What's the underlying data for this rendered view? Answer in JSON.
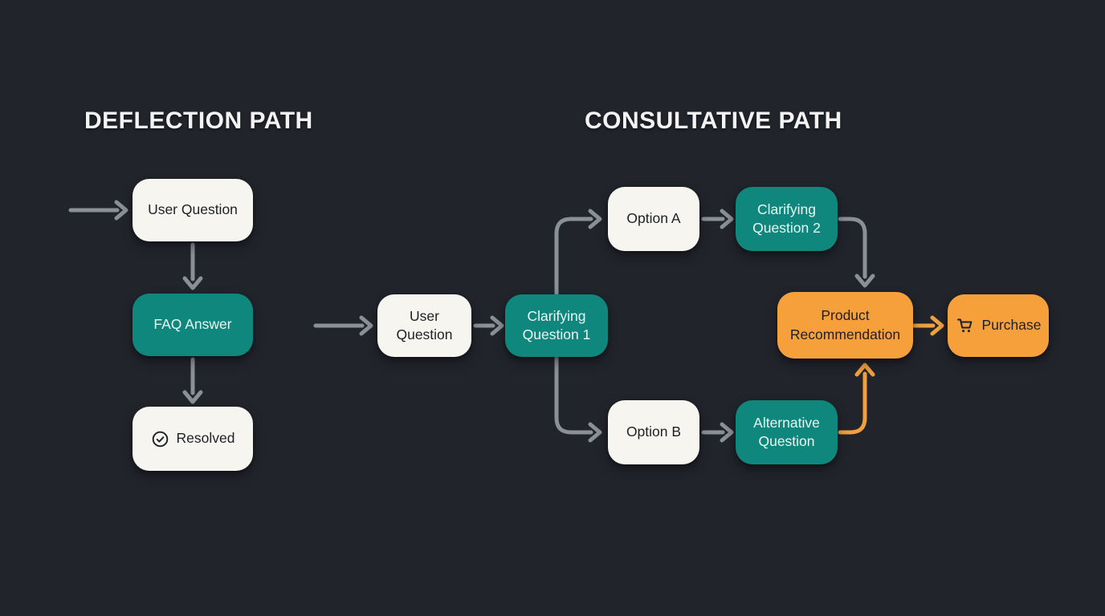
{
  "colors": {
    "background": "#22242c",
    "heading": "#f3f3f3",
    "node-light": "#f7f5f0",
    "node-teal": "#0f877d",
    "node-orange": "#f6a03b",
    "text-dark": "#1d2026",
    "text-light": "#e9f6f3",
    "arrow-gray": "#8b8f98",
    "arrow-orange": "#f0a03f"
  },
  "headings": {
    "deflection": "DEFLECTION PATH",
    "consultative": "CONSULTATIVE PATH"
  },
  "deflection_path": {
    "nodes": {
      "user_question": {
        "label": "User Question",
        "color": "light"
      },
      "faq_answer": {
        "label": "FAQ Answer",
        "color": "teal"
      },
      "resolved": {
        "label": "Resolved",
        "color": "light",
        "icon": "check-circle-icon"
      }
    },
    "edges": [
      {
        "from": "start",
        "to": "user_question",
        "color": "gray"
      },
      {
        "from": "user_question",
        "to": "faq_answer",
        "color": "gray"
      },
      {
        "from": "faq_answer",
        "to": "resolved",
        "color": "gray"
      }
    ]
  },
  "consultative_path": {
    "nodes": {
      "user_question": {
        "label": "User Question",
        "color": "light"
      },
      "clarifying_question_1": {
        "label": "Clarifying Question 1",
        "color": "teal"
      },
      "option_a": {
        "label": "Option A",
        "color": "light"
      },
      "clarifying_question_2": {
        "label": "Clarifying Question 2",
        "color": "teal"
      },
      "option_b": {
        "label": "Option B",
        "color": "light"
      },
      "alternative_question": {
        "label": "Alternative Question",
        "color": "teal"
      },
      "product_recommendation": {
        "label": "Product Recommendation",
        "color": "orange"
      },
      "purchase": {
        "label": "Purchase",
        "color": "orange",
        "icon": "shopping-cart-icon"
      }
    },
    "edges": [
      {
        "from": "start",
        "to": "user_question",
        "color": "gray"
      },
      {
        "from": "user_question",
        "to": "clarifying_question_1",
        "color": "gray"
      },
      {
        "from": "clarifying_question_1",
        "to": "option_a",
        "color": "gray"
      },
      {
        "from": "option_a",
        "to": "clarifying_question_2",
        "color": "gray"
      },
      {
        "from": "clarifying_question_2",
        "to": "product_recommendation",
        "color": "gray"
      },
      {
        "from": "clarifying_question_1",
        "to": "option_b",
        "color": "gray"
      },
      {
        "from": "option_b",
        "to": "alternative_question",
        "color": "gray"
      },
      {
        "from": "alternative_question",
        "to": "product_recommendation",
        "color": "orange"
      },
      {
        "from": "product_recommendation",
        "to": "purchase",
        "color": "orange"
      }
    ]
  }
}
